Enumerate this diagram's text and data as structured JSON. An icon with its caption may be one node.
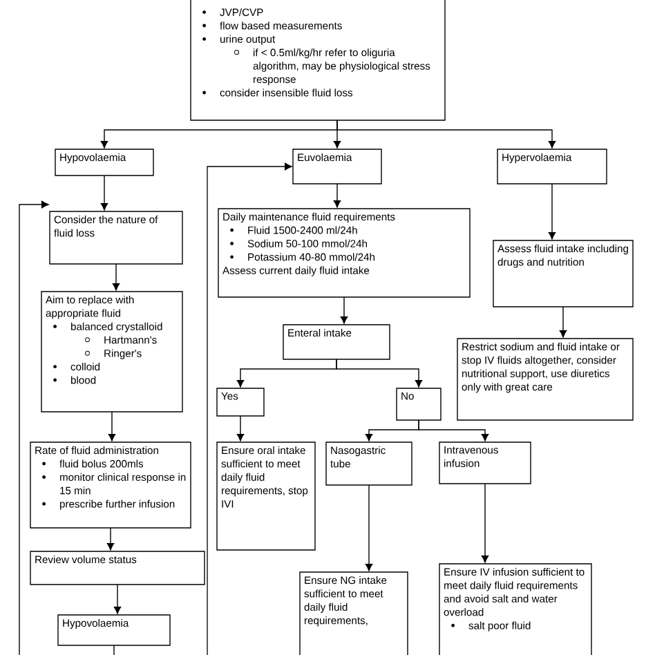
{
  "diagram": {
    "nodes": [
      {
        "text": [
          "JVP/CVP",
          "flow based measurements",
          "urine output",
          "if < 0.5ml/kg/hr refer to oliguria algorithm, may be physiological stress response",
          "consider insensible fluid loss"
        ]
      },
      {
        "text": [
          "Hypovolaemia"
        ]
      },
      {
        "text": [
          "Euvolaemia"
        ]
      },
      {
        "text": [
          "Hypervolaemia"
        ]
      },
      {
        "text": [
          "Consider the nature of fluid loss"
        ]
      },
      {
        "text": [
          "Aim to replace with appropriate fluid",
          "balanced crystalloid",
          "Hartmann's",
          "Ringer's",
          "colloid",
          "blood"
        ]
      },
      {
        "text": [
          "Rate of fluid administration",
          "fluid bolus 200mls",
          "monitor clinical response in 15 min",
          "prescribe further infusion"
        ]
      },
      {
        "text": [
          "Review volume status"
        ]
      },
      {
        "text": [
          "Hypovolaemia"
        ]
      },
      {
        "text": [
          "Daily maintenance fluid requirements",
          "Fluid 1500-2400 ml/24h",
          "Sodium 50-100 mmol/24h",
          "Potassium 40-80 mmol/24h",
          "Assess current daily fluid intake"
        ]
      },
      {
        "text": [
          "Enteral intake"
        ]
      },
      {
        "text": [
          "Yes"
        ]
      },
      {
        "text": [
          "No"
        ]
      },
      {
        "text": [
          "Ensure oral intake sufficient to meet daily fluid requirements, stop IVI"
        ]
      },
      {
        "text": [
          "Nasogastric tube"
        ]
      },
      {
        "text": [
          "Intravenous infusion"
        ]
      },
      {
        "text": [
          "Ensure NG intake sufficient to meet daily fluid requirements,"
        ]
      },
      {
        "text": [
          "Ensure IV infusion sufficient to meet daily fluid requirements and avoid salt and water overload",
          "salt poor fluid"
        ]
      },
      {
        "text": [
          "Assess fluid intake including drugs and nutrition"
        ]
      },
      {
        "text": [
          "Restrict sodium and fluid intake or stop IV fluids altogether, consider nutritional support, use diuretics only with great care"
        ]
      }
    ],
    "edges": [
      {
        "from": 0,
        "to": 1,
        "arrow": "to"
      },
      {
        "from": 0,
        "to": 2,
        "arrow": "to"
      },
      {
        "from": 0,
        "to": 3,
        "arrow": "to"
      },
      {
        "from": 1,
        "to": 4,
        "arrow": "to"
      },
      {
        "from": 4,
        "to": 5,
        "arrow": "to"
      },
      {
        "from": 5,
        "to": 6,
        "arrow": "to"
      },
      {
        "from": 6,
        "to": 7,
        "arrow": "to"
      },
      {
        "from": 7,
        "to": 8,
        "arrow": "to"
      },
      {
        "from": 8,
        "to": null,
        "arrow": "none"
      },
      {
        "from": null,
        "to": 4,
        "arrow": "to"
      },
      {
        "from": null,
        "to": 2,
        "arrow": "to"
      },
      {
        "from": 2,
        "to": 9,
        "arrow": "to"
      },
      {
        "from": 9,
        "to": 10,
        "arrow": "to"
      },
      {
        "from": 10,
        "to": 11,
        "arrow": "to"
      },
      {
        "from": 10,
        "to": 12,
        "arrow": "to"
      },
      {
        "from": 11,
        "to": 13,
        "arrow": "to"
      },
      {
        "from": 12,
        "to": 14,
        "arrow": "to"
      },
      {
        "from": 12,
        "to": 15,
        "arrow": "to"
      },
      {
        "from": 14,
        "to": 16,
        "arrow": "to"
      },
      {
        "from": 15,
        "to": 17,
        "arrow": "to"
      },
      {
        "from": 3,
        "to": 18,
        "arrow": "to"
      },
      {
        "from": 18,
        "to": 19,
        "arrow": "to"
      }
    ]
  }
}
